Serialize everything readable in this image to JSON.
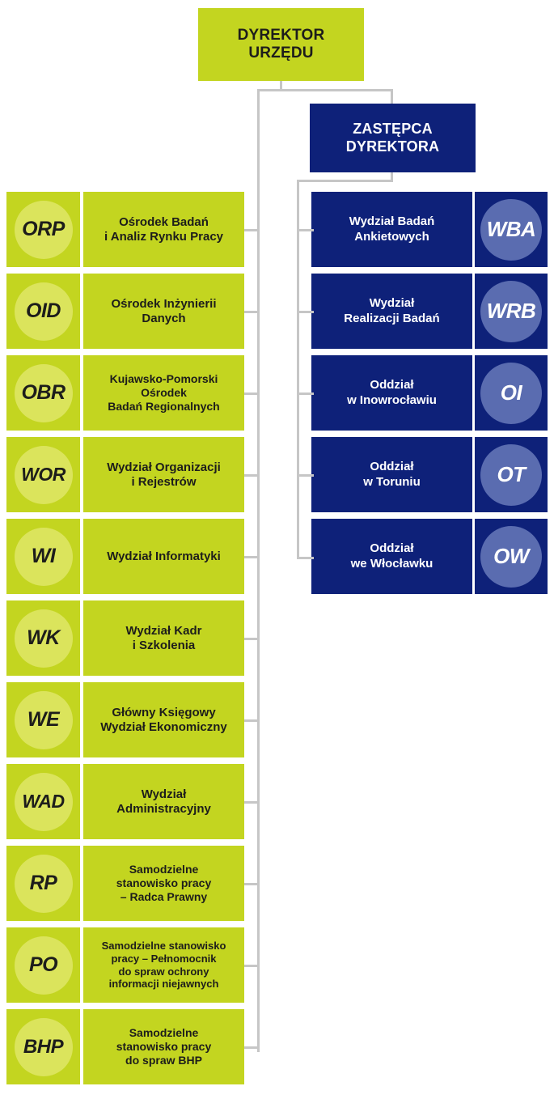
{
  "nodes": {
    "director": {
      "line1": "DYREKTOR",
      "line2": "URZĘDU"
    },
    "deputy": {
      "line1": "ZASTĘPCA",
      "line2": "DYREKTORA"
    }
  },
  "left_units": [
    {
      "code": "ORP",
      "label": "Ośrodek Badań\ni Analiz Rynku Pracy",
      "font_size": 15,
      "code_size": 25
    },
    {
      "code": "OID",
      "label": "Ośrodek Inżynierii\nDanych",
      "font_size": 15,
      "code_size": 25
    },
    {
      "code": "OBR",
      "label": "Kujawsko-Pomorski\nOśrodek\nBadań Regionalnych",
      "font_size": 14,
      "code_size": 25
    },
    {
      "code": "WOR",
      "label": "Wydział Organizacji\ni Rejestrów",
      "font_size": 15,
      "code_size": 23
    },
    {
      "code": "WI",
      "label": "Wydział Informatyki",
      "font_size": 15,
      "code_size": 25
    },
    {
      "code": "WK",
      "label": "Wydział Kadr\ni Szkolenia",
      "font_size": 15,
      "code_size": 25
    },
    {
      "code": "WE",
      "label": "Główny Księgowy\nWydział Ekonomiczny",
      "font_size": 15,
      "code_size": 25
    },
    {
      "code": "WAD",
      "label": "Wydział\nAdministracyjny",
      "font_size": 15,
      "code_size": 23
    },
    {
      "code": "RP",
      "label": "Samodzielne\nstanowisko pracy\n– Radca Prawny",
      "font_size": 14,
      "code_size": 25
    },
    {
      "code": "PO",
      "label": "Samodzielne stanowisko\npracy – Pełnomocnik\ndo spraw ochrony\ninformacji niejawnych",
      "font_size": 13,
      "code_size": 25
    },
    {
      "code": "BHP",
      "label": "Samodzielne\nstanowisko pracy\ndo spraw BHP",
      "font_size": 14,
      "code_size": 24
    }
  ],
  "right_units": [
    {
      "code": "WBA",
      "label": "Wydział Badań\nAnkietowych"
    },
    {
      "code": "WRB",
      "label": "Wydział\nRealizacji Badań"
    },
    {
      "code": "OI",
      "label": "Oddział\nw Inowrocławiu"
    },
    {
      "code": "OT",
      "label": "Oddział\nw Toruniu"
    },
    {
      "code": "OW",
      "label": "Oddział\nwe Włocławku"
    }
  ],
  "colors": {
    "green_box": "#c3d520",
    "green_circle": "#dbe45c",
    "blue_box": "#0e2179",
    "blue_circle": "#5a6cb0",
    "connector": "#c6c6c6",
    "dark_text": "#1d1d1b",
    "light_text": "#ffffff"
  }
}
